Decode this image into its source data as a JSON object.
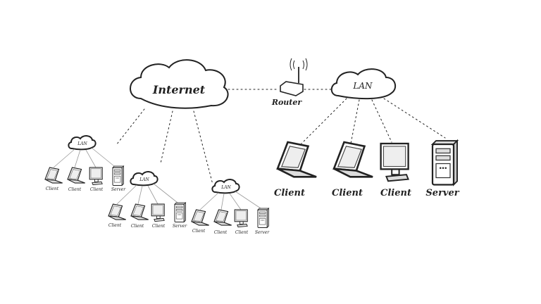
{
  "diagram": {
    "internet_label": "Internet",
    "router_label": "Router",
    "main_lan": {
      "label": "LAN",
      "devices": [
        {
          "type": "laptop",
          "label": "Client"
        },
        {
          "type": "laptop",
          "label": "Client"
        },
        {
          "type": "desktop",
          "label": "Client"
        },
        {
          "type": "server",
          "label": "Server"
        }
      ]
    },
    "remote_lans": [
      {
        "label": "LAN",
        "devices": [
          {
            "type": "laptop",
            "label": "Client"
          },
          {
            "type": "laptop",
            "label": "Client"
          },
          {
            "type": "desktop",
            "label": "Client"
          },
          {
            "type": "server",
            "label": "Server"
          }
        ]
      },
      {
        "label": "LAN",
        "devices": [
          {
            "type": "laptop",
            "label": "Client"
          },
          {
            "type": "laptop",
            "label": "Client"
          },
          {
            "type": "desktop",
            "label": "Client"
          },
          {
            "type": "server",
            "label": "Server"
          }
        ]
      },
      {
        "label": "LAN",
        "devices": [
          {
            "type": "laptop",
            "label": "Client"
          },
          {
            "type": "laptop",
            "label": "Client"
          },
          {
            "type": "desktop",
            "label": "Client"
          },
          {
            "type": "server",
            "label": "Server"
          }
        ]
      }
    ]
  }
}
